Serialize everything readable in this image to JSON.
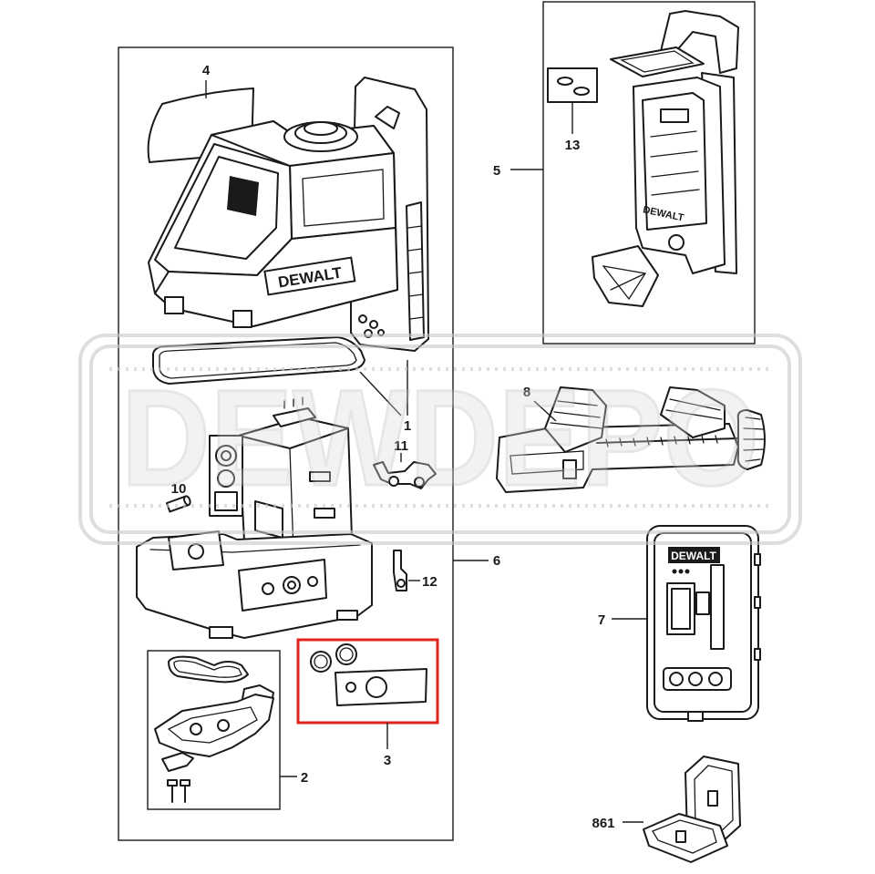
{
  "diagram": {
    "callouts": {
      "part_4": "4",
      "part_1": "1",
      "part_11": "11",
      "part_10": "10",
      "part_12": "12",
      "part_6": "6",
      "part_2": "2",
      "part_3": "3",
      "part_5": "5",
      "part_13": "13",
      "part_8": "8",
      "part_7": "7",
      "part_861": "861"
    },
    "logo_text": "DEWALT",
    "watermark_text": "DEWDEPO"
  },
  "colors": {
    "line": "#1a1a1a",
    "highlight_box": "#e0241b",
    "watermark": "#c8c8c8",
    "background": "#ffffff"
  }
}
